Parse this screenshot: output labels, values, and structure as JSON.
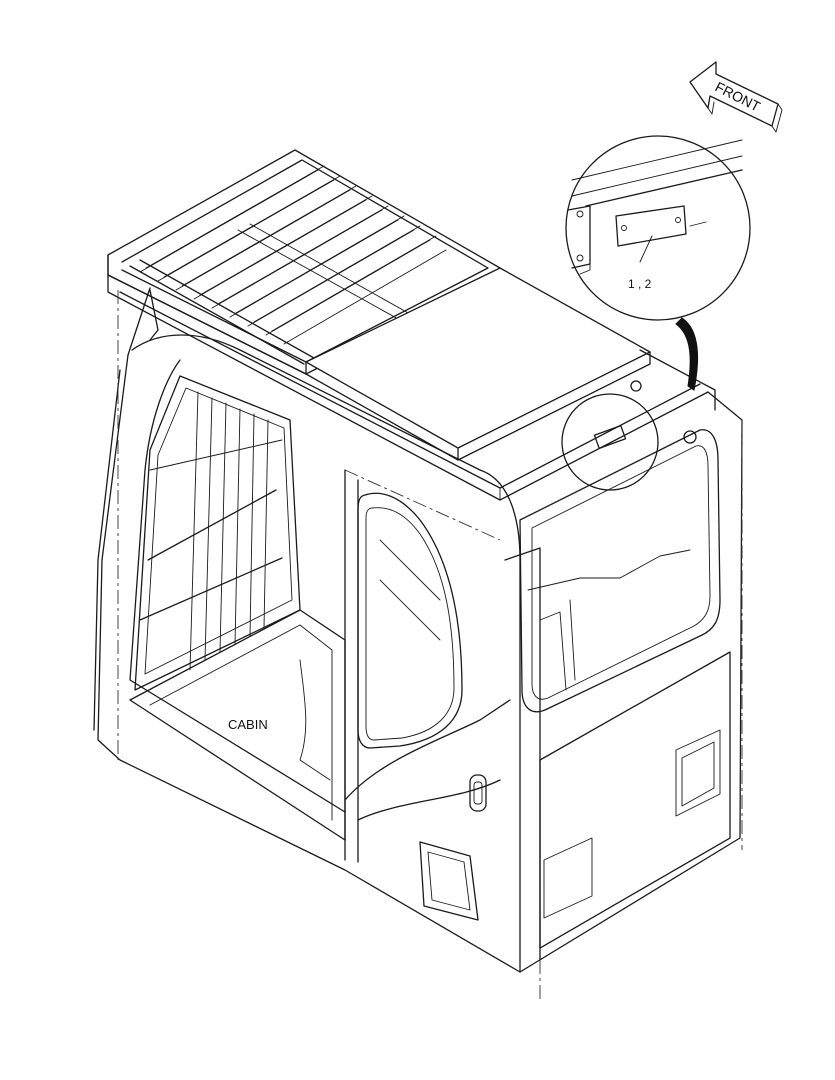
{
  "diagram": {
    "direction_label": "FRONT",
    "part_label": "CABIN",
    "callout_label": "1 , 2"
  }
}
